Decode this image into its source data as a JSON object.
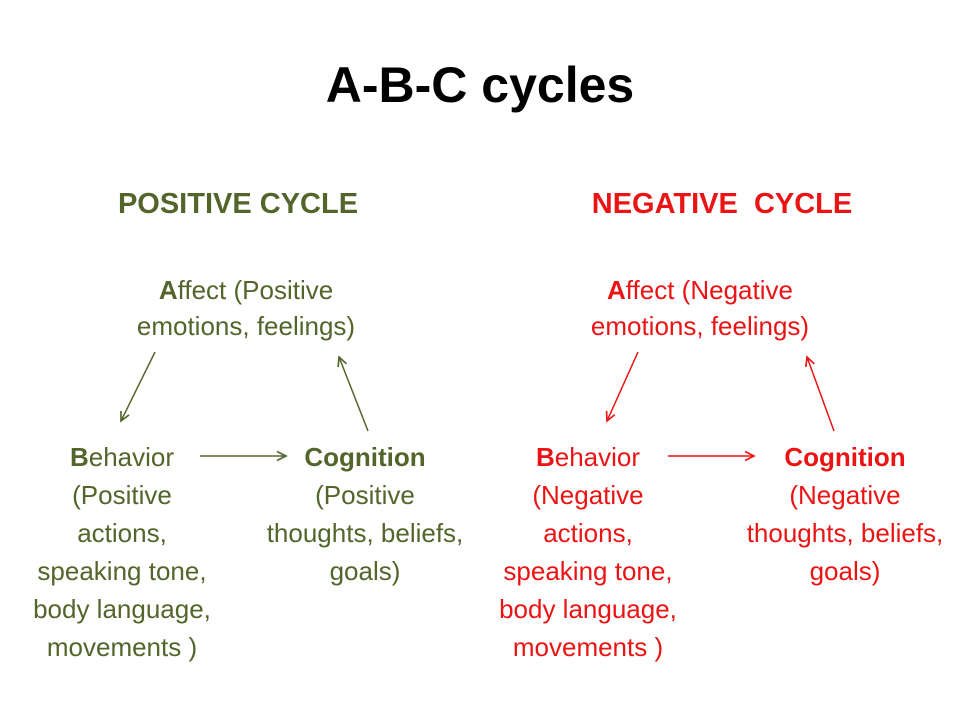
{
  "title": "A-B-C cycles",
  "colors": {
    "positive": "#54652B",
    "negative": "#EA1414",
    "title": "#000000",
    "background": "#FFFFFF"
  },
  "positive": {
    "heading": "POSITIVE CYCLE",
    "affect": {
      "lead": "A",
      "line1_rest": "ffect (Positive",
      "line2": "emotions, feelings)"
    },
    "behavior": {
      "lead": "B",
      "title_rest": "ehavior",
      "lines": [
        "(Positive",
        "actions,",
        "speaking tone,",
        "body language,",
        "movements )"
      ]
    },
    "cognition": {
      "title": "Cognition",
      "lines": [
        "(Positive",
        "thoughts, beliefs,",
        "goals)"
      ]
    }
  },
  "negative": {
    "heading": "NEGATIVE  CYCLE",
    "affect": {
      "lead": "A",
      "line1_rest": "ffect (Negative",
      "line2": "emotions, feelings)"
    },
    "behavior": {
      "lead": "B",
      "title_rest": "ehavior",
      "lines": [
        "(Negative",
        "actions,",
        "speaking tone,",
        "body language,",
        "movements )"
      ]
    },
    "cognition": {
      "title": "Cognition",
      "lines": [
        "(Negative",
        "thoughts, beliefs,",
        "goals)"
      ]
    }
  }
}
